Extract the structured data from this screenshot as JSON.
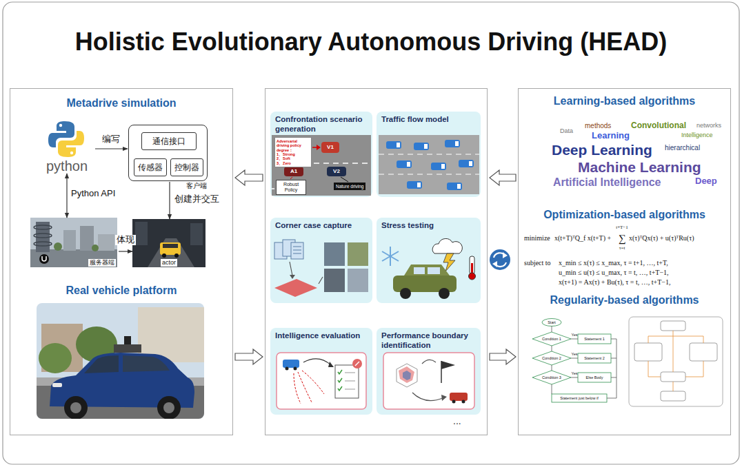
{
  "diagram": {
    "title": "Holistic Evolutionary Autonomous Driving (HEAD)",
    "nodes": [
      {
        "text": [
          "Metadrive simulation",
          "Real vehicle platform"
        ]
      },
      {
        "text": [
          "python"
        ],
        "in": 0
      },
      {
        "text": [
          "客户端"
        ],
        "in": 0
      },
      {
        "text": [
          "通信接口"
        ],
        "in": 2
      },
      {
        "text": [
          "传感器"
        ],
        "in": 2
      },
      {
        "text": [
          "控制器"
        ],
        "in": 2
      },
      {
        "text": [
          "服务器端"
        ],
        "in": 0
      },
      {
        "text": [
          "actor"
        ],
        "in": 0
      },
      {
        "text": [
          "..."
        ]
      },
      {
        "text": [
          "Confrontation scenario generation"
        ],
        "in": 8
      },
      {
        "text": [
          "Adversarial driving policy degree：",
          "1、Strong",
          "2、Soft",
          "3、Zero"
        ],
        "in": 9
      },
      {
        "text": [
          "Robust Policy"
        ],
        "in": 9
      },
      {
        "text": [
          "Nature driving"
        ],
        "in": 9
      },
      {
        "text": [
          "Traffic flow model"
        ],
        "in": 8
      },
      {
        "text": [
          "Corner case capture"
        ],
        "in": 8
      },
      {
        "text": [
          "Stress testing"
        ],
        "in": 8
      },
      {
        "text": [
          "Intelligence evaluation"
        ],
        "in": 8
      },
      {
        "text": [
          "Performance boundary identification"
        ],
        "in": 8
      },
      {
        "text": [
          "Learning-based algorithms",
          "Optimization-based algorithms",
          "Regularity-based algorithms"
        ]
      }
    ],
    "edges": [
      {
        "from": 8,
        "to": 0,
        "arrow": "to"
      },
      {
        "from": 0,
        "to": 8,
        "arrow": "to"
      },
      {
        "from": 18,
        "to": 8,
        "arrow": "to"
      },
      {
        "from": 8,
        "to": 18,
        "arrow": "to"
      },
      {
        "from": 1,
        "to": 2,
        "label": "编写",
        "arrow": "to"
      },
      {
        "from": 1,
        "to": 6,
        "label": "Python API",
        "arrow": "both"
      },
      {
        "from": 2,
        "to": 7,
        "label": "创建并交互",
        "arrow": "to"
      },
      {
        "from": 6,
        "to": 7,
        "label": "体现",
        "arrow": "to"
      }
    ],
    "labels": [
      "V1",
      "A1",
      "V2",
      "Convolutional",
      "methods",
      "Learning",
      "networks",
      "Intelligence",
      "Data",
      "Deep Learning",
      "hierarchical",
      "Machine Learning",
      "Artificial Intelligence",
      "Deep",
      "minimize",
      "x(t+T)ᵀQ_f x(t+T) +",
      "t+T−1",
      "∑",
      "τ=t",
      "x(τ)ᵀQx(τ) + u(τ)ᵀRu(τ)",
      "subject to",
      "x_min ≤ x(τ) ≤ x_max,   τ = t+1, …, t+T,",
      "u_min ≤ u(τ) ≤ u_max,   τ = t, …, t+T−1,",
      "x(τ+1) = Ax(τ) + Bu(τ),   τ = t, …, t+T−1,",
      "Start",
      "Condition 1",
      "Condition 2",
      "Condition 3",
      "Yes",
      "Yes",
      "Yes",
      "Statement 1",
      "Statement 2",
      "Else Body",
      "Statement just below if"
    ]
  }
}
